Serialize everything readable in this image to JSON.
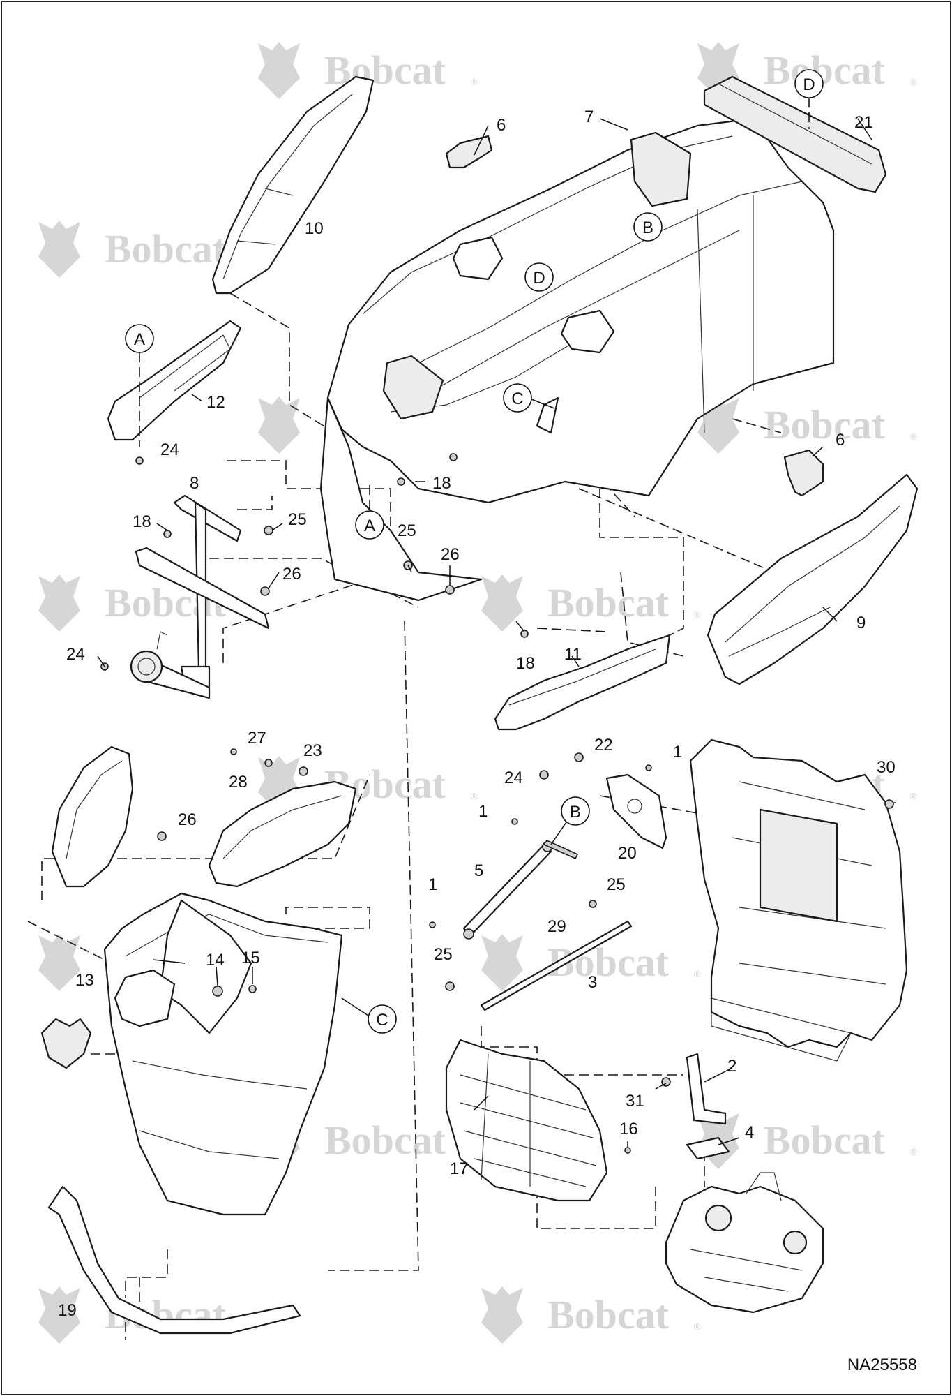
{
  "drawing_number": "NA25558",
  "watermark_text": "Bobcat",
  "watermark_mark": "®",
  "reference_letters": [
    "A",
    "B",
    "C",
    "D"
  ],
  "callouts": [
    "1",
    "2",
    "3",
    "4",
    "5",
    "6",
    "7",
    "8",
    "9",
    "10",
    "11",
    "12",
    "13",
    "14",
    "15",
    "16",
    "17",
    "18",
    "19",
    "20",
    "21",
    "22",
    "23",
    "24",
    "25",
    "26",
    "27",
    "28",
    "29",
    "30",
    "31"
  ],
  "colors": {
    "line": "#1a1a1a",
    "watermark": "#d6d6d6",
    "background": "#ffffff"
  }
}
